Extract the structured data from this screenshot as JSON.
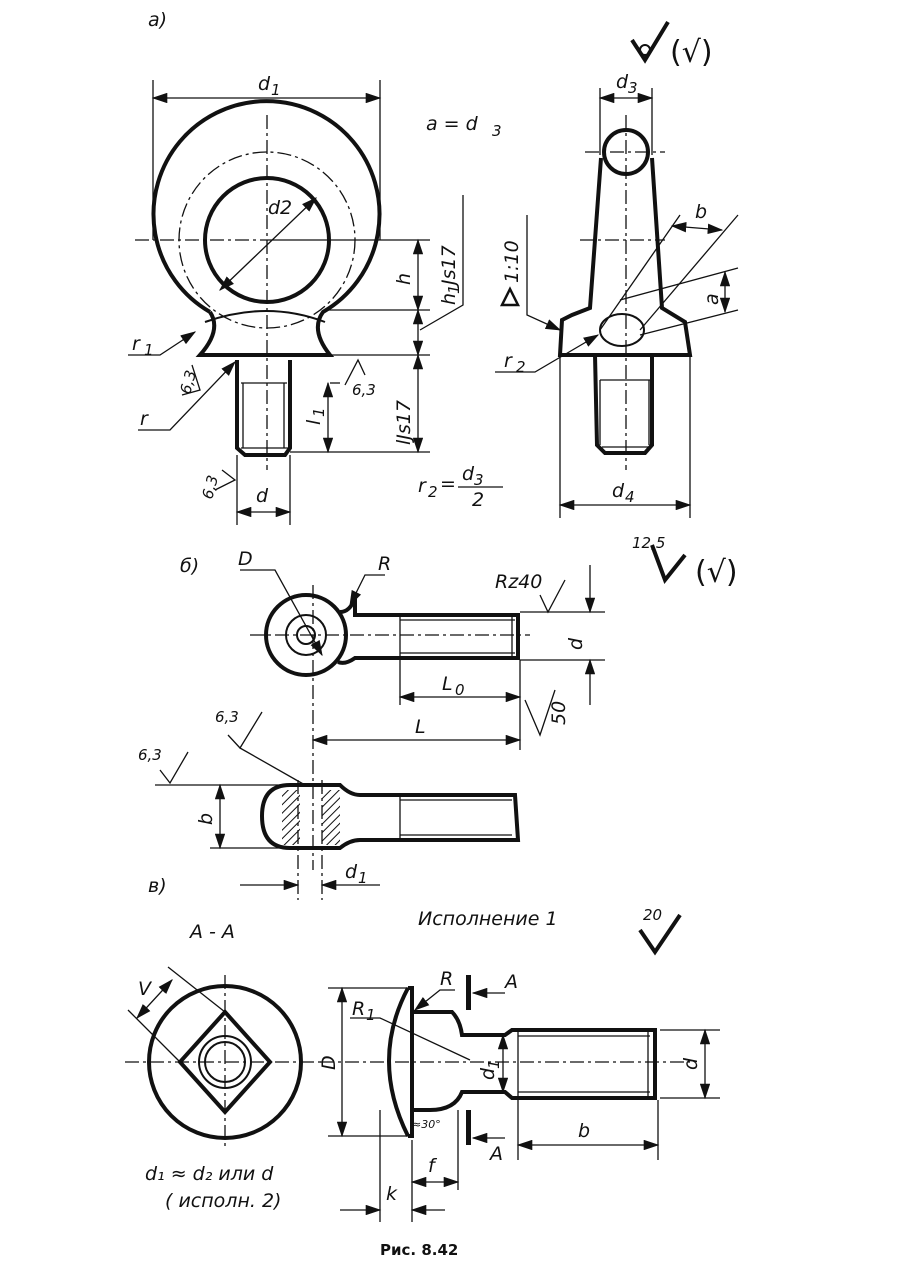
{
  "figure": {
    "caption": "Рис. 8.42",
    "views": {
      "a": {
        "label": "а)",
        "dims": {
          "d1": "d",
          "d1_sub": "1",
          "d2": "d2",
          "h": "h",
          "h1": "h",
          "h1_sub": "1",
          "h1_tol": "Js17",
          "l": "lJs17",
          "l1": "l",
          "l1_sub": "1",
          "d": "d",
          "r1": "r",
          "r1_sub": "1",
          "r": "r",
          "d3": "d",
          "d3_sub": "3",
          "d4": "d",
          "d4_sub": "4",
          "b": "b",
          "a": "a",
          "r2": "r",
          "r2_sub": "2"
        },
        "roughness": [
          "6,3",
          "6,3",
          "6,3"
        ],
        "formula_a": "a = d",
        "formula_a_sub": "3",
        "formula_r2": "r",
        "formula_r2_sub": "2",
        "formula_r2_num": "d",
        "formula_r2_num_sub": "3",
        "formula_r2_den": "2",
        "taper": "1:10",
        "surface_mark": "(√)"
      },
      "b": {
        "label": "б)",
        "dims": {
          "D": "D",
          "R": "R",
          "Rz": "Rz40",
          "d": "d",
          "L0": "L",
          "L0_sub": "0",
          "L": "L",
          "b": "b",
          "d1": "d",
          "d1_sub": "1",
          "r50": "50"
        },
        "roughness": [
          "6,3",
          "6,3"
        ],
        "surface_top": "12,5",
        "surface_mark": "(√)"
      },
      "c": {
        "label": "в)",
        "section": "А - А",
        "variant": "Исполнение 1",
        "surface_top": "20",
        "dims": {
          "V": "V",
          "R": "R",
          "R1": "R",
          "R1_sub": "1",
          "A": "A",
          "D": "D",
          "d1": "d",
          "d1_sub": "1",
          "d": "d",
          "b": "b",
          "f": "f",
          "k": "k",
          "angle": "≈30°"
        },
        "note_line1": "d₁ ≈ d₂  или d",
        "note_line2": "( исполн. 2)"
      }
    }
  }
}
